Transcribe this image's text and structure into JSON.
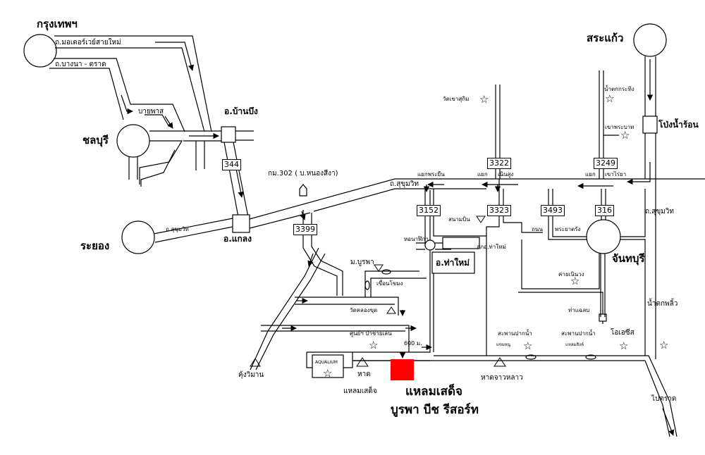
{
  "map": {
    "colors": {
      "road": "#000000",
      "destination": "#ff0000",
      "background": "#ffffff"
    },
    "cities": [
      {
        "id": "bangkok",
        "label": "กรุงเทพฯ"
      },
      {
        "id": "chonburi",
        "label": "ชลบุรี"
      },
      {
        "id": "rayong",
        "label": "ระยอง"
      },
      {
        "id": "sakaeo",
        "label": "สระแก้ว"
      },
      {
        "id": "chanthaburi",
        "label": "จันทบุรี"
      }
    ],
    "towns": {
      "ban_bueng": "อ.บ้านบึง",
      "klaeng": "อ.แกลง",
      "tha_mai": "อ.ท่าใหม่",
      "pong_nam_ron": "โป่งน้ำร้อน"
    },
    "roads": {
      "motorway": "ถ.มอเตอร์เวย์สายใหม่",
      "bangna_trat": "ถ.บางนา - ตราด",
      "bypass": "บายพาส",
      "sukhumvit_1": "ถ.สุขุมวิท",
      "sukhumvit_2": "ถ.สุขุมวิท",
      "sukhumvit_3": "ถ.สุขุมวิท",
      "km302": "กม.302 ( บ.หนองสีงา)",
      "to_trat": "ไปตราด"
    },
    "route_numbers": [
      "344",
      "3399",
      "3152",
      "3322",
      "3323",
      "3493",
      "316",
      "3249"
    ],
    "junctions": {
      "phra_yuen": "แยกพระยืน",
      "yaek1": "แยก",
      "noen_sung": "เนินสูง",
      "yaek2": "แยก",
      "khao_rai_ya": "เขาไร่ยา",
      "thanon": "ถนน",
      "phraya_tak": "พระยาตรัง",
      "clock_tower": "หอนาฬิกา",
      "airport": "สนามบิน",
      "police": "สภอ.ท่าใหม่"
    },
    "landmarks": {
      "wat_khao_sukim": "วัดเขาสุกิม",
      "nam_tok_krathing": "น้ำตกกระทิง",
      "khao_phra_bat": "เขาพระบาท",
      "burapha_univ": "ม.บูรพา",
      "khuean_chomong": "เขื่อนโขมง",
      "wat_khlong_khut": "วัดคลองขุด",
      "sunya_pachai": "ศูนย์ฯ ป่าชายเลน",
      "distance": "600 ม.",
      "khung_wiman": "คุ้งวิมาน",
      "aquarium": "AQUALIUM",
      "had": "หาด",
      "laem_sadet": "แหลมเสด็จ",
      "had_chao_lao": "หาดจาวหลาว",
      "bridge1_title": "สะพานปากน้ำ",
      "bridge1_sub": "แขมหนู",
      "bridge2_title": "สะพานปากน้ำ",
      "bridge2_sub": "แหลมสิงห์",
      "oasis": "โอเอซีส",
      "khai_noen_wong": "ค่ายเนินวง",
      "tha_chalaep": "ท่าแฉลบ",
      "nam_tok_phlio": "น้ำตกพลิ้ว"
    },
    "destination": {
      "line1": "แหลมเสด็จ",
      "line2": "บูรพา  บีช  รีสอร์ท"
    }
  }
}
